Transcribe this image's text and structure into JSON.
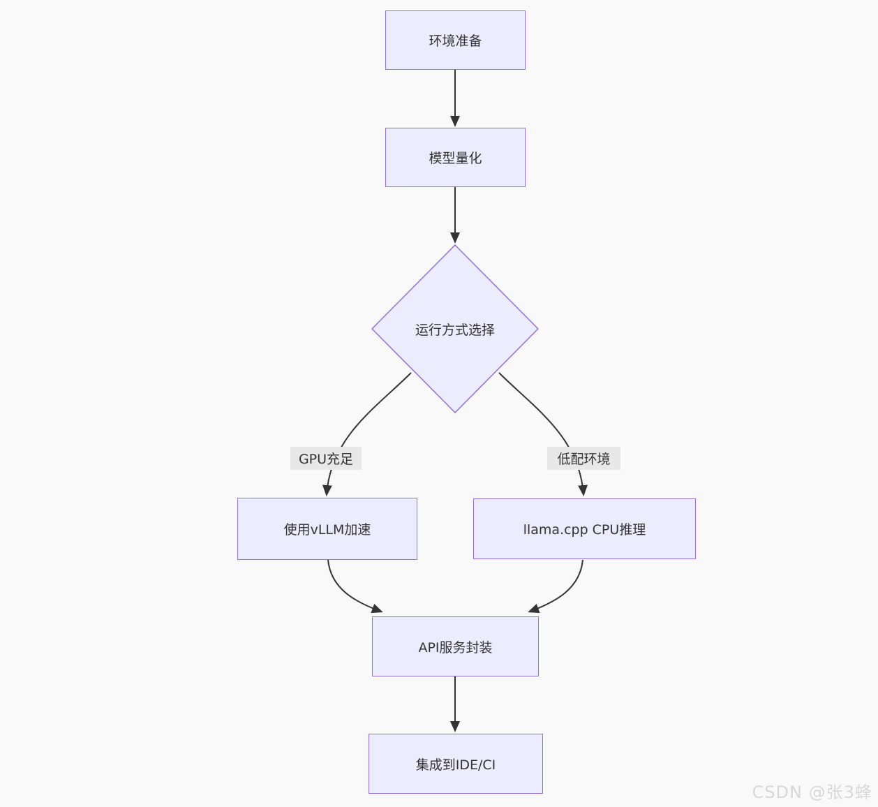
{
  "diagram": {
    "type": "flowchart",
    "direction": "top-down",
    "nodes": [
      {
        "id": "env",
        "label": "环境准备",
        "shape": "rect"
      },
      {
        "id": "quantize",
        "label": "模型量化",
        "shape": "rect"
      },
      {
        "id": "mode-choice",
        "label": "运行方式选择",
        "shape": "diamond"
      },
      {
        "id": "vllm",
        "label": "使用vLLM加速",
        "shape": "rect"
      },
      {
        "id": "llamacpp",
        "label": "llama.cpp CPU推理",
        "shape": "rect"
      },
      {
        "id": "api",
        "label": "API服务封装",
        "shape": "rect"
      },
      {
        "id": "ide-ci",
        "label": "集成到IDE/CI",
        "shape": "rect"
      }
    ],
    "edges": [
      {
        "from": "env",
        "to": "quantize",
        "label": ""
      },
      {
        "from": "quantize",
        "to": "mode-choice",
        "label": ""
      },
      {
        "from": "mode-choice",
        "to": "vllm",
        "label": "GPU充足"
      },
      {
        "from": "mode-choice",
        "to": "llamacpp",
        "label": "低配环境"
      },
      {
        "from": "vllm",
        "to": "api",
        "label": ""
      },
      {
        "from": "llamacpp",
        "to": "api",
        "label": ""
      },
      {
        "from": "api",
        "to": "ide-ci",
        "label": ""
      }
    ],
    "colors": {
      "background": "#f9f9f9",
      "node_fill": "#ECECFF",
      "node_border": "#9370DB",
      "edge": "#333333",
      "edge_label_bg": "#e8e8e8",
      "text": "#333333"
    }
  },
  "watermark": {
    "text": "CSDN @张3蜂",
    "color": "#d6d6d6"
  }
}
